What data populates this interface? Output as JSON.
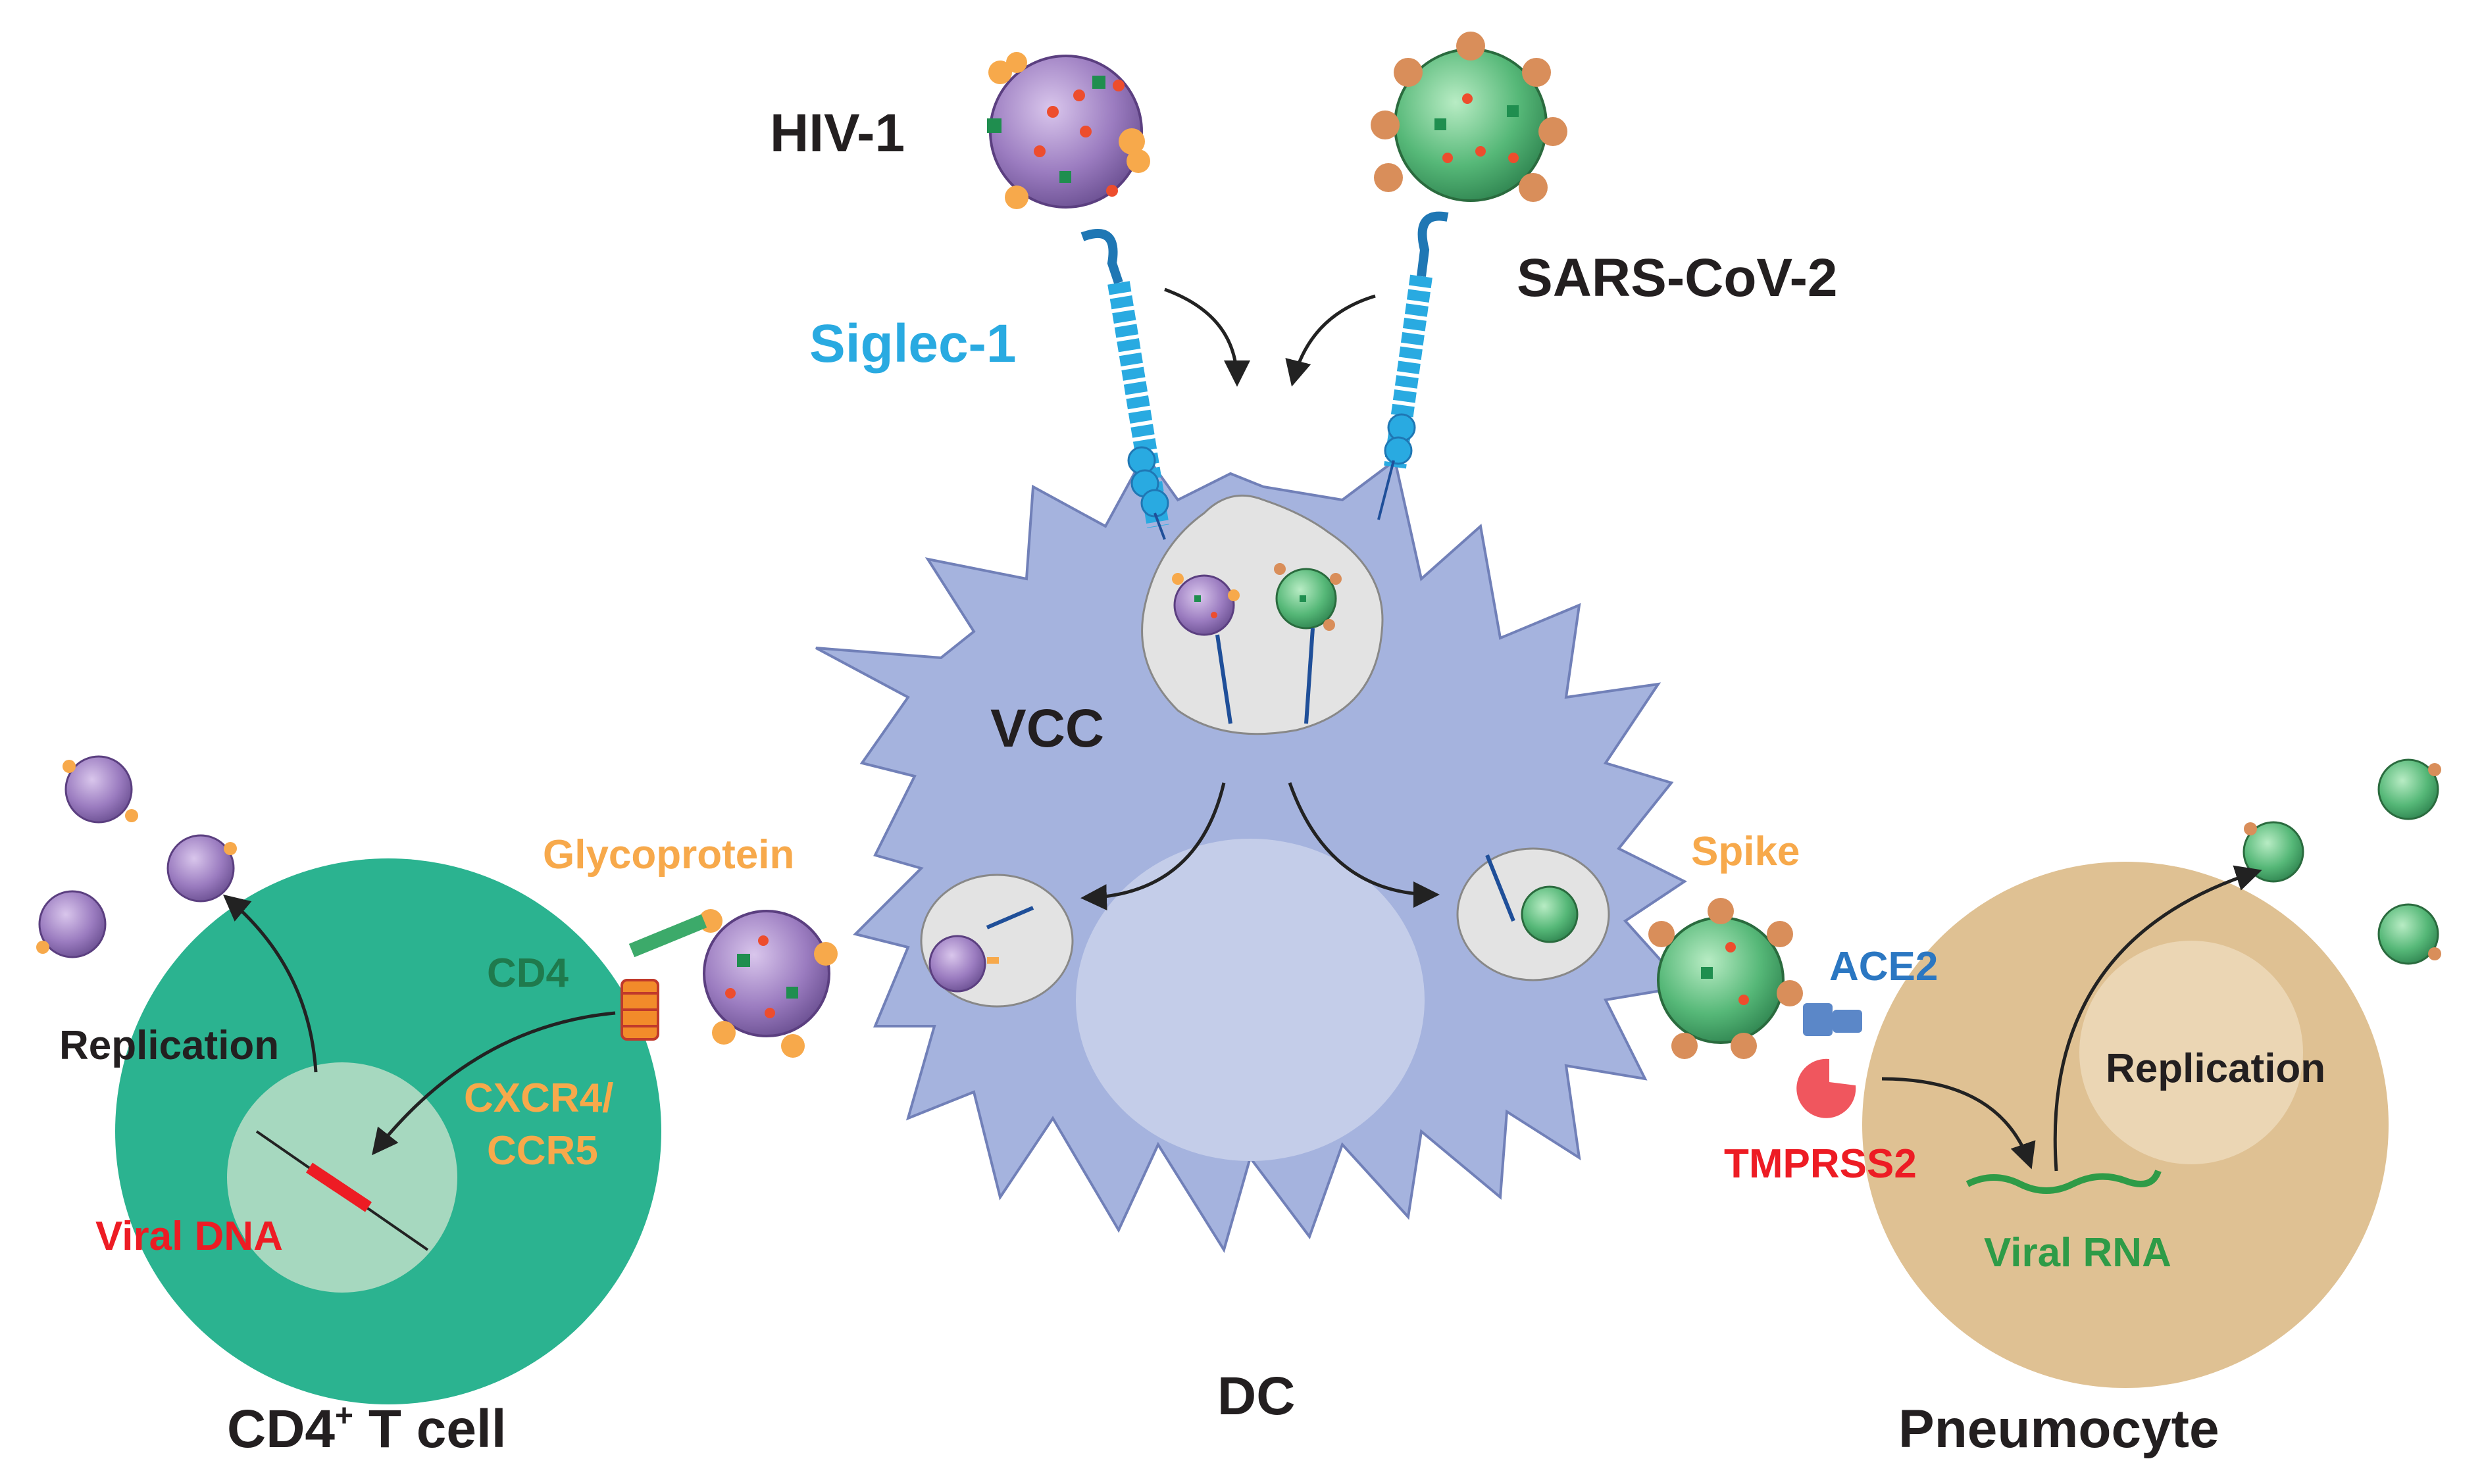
{
  "labels": {
    "hiv1": "HIV-1",
    "sars_cov_2": "SARS-CoV-2",
    "siglec1": "Siglec-1",
    "vcc": "VCC",
    "dc": "DC",
    "glycoprotein": "Glycoprotein",
    "cd4": "CD4",
    "cxcr4": "CXCR4/",
    "ccr5": "CCR5",
    "replication_left": "Replication",
    "viral_dna": "Viral DNA",
    "cd4_tcell_main": "CD4",
    "cd4_tcell_sup": "+",
    "cd4_tcell_rest": " T cell",
    "spike": "Spike",
    "ace2": "ACE2",
    "tmprss2": "TMPRSS2",
    "replication_right": "Replication",
    "viral_rna": "Viral RNA",
    "pneumocyte": "Pneumocyte"
  },
  "colors": {
    "siglec": "#29aae1",
    "glycoprotein_orange": "#f7a94b",
    "cd4_green": "#1f7a4d",
    "viral_red": "#ed1c24",
    "ace2_blue": "#2b77c2",
    "viral_rna_green": "#2e9b47",
    "tcell_fill": "#2bb390",
    "dc_fill": "#a5b3de",
    "pneumocyte_fill": "#dfc193",
    "hiv_virion": "#9b7cc0",
    "sars_virion": "#56b878"
  }
}
